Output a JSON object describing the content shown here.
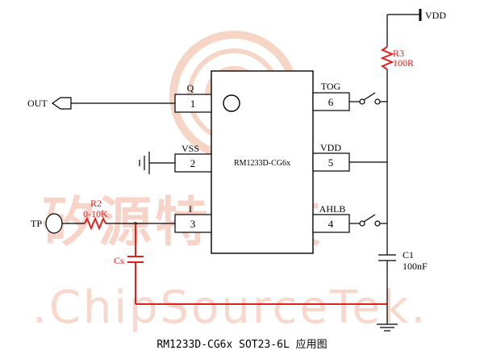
{
  "watermark": {
    "cn": "矽源特科技",
    "en": ".ChipSourceTek."
  },
  "chip": {
    "name": "RM1233D-CG6x",
    "pins": [
      {
        "num": "1",
        "name": "Q"
      },
      {
        "num": "2",
        "name": "VSS"
      },
      {
        "num": "3",
        "name": "I"
      },
      {
        "num": "6",
        "name": "TOG"
      },
      {
        "num": "5",
        "name": "VDD"
      },
      {
        "num": "4",
        "name": "AHLB"
      }
    ]
  },
  "nets": {
    "vdd": "VDD",
    "out": "OUT",
    "tp": "TP"
  },
  "parts": {
    "r3_name": "R3",
    "r3_value": "100R",
    "r2_name": "R2",
    "r2_value": "0-10K",
    "cs_name": "Cs",
    "c1_name": "C1",
    "c1_value": "100nF"
  },
  "caption": "RM1233D-CG6x  SOT23-6L  应用图",
  "colors": {
    "accent": "#e3211c",
    "watermark": "#f8d3c8"
  }
}
